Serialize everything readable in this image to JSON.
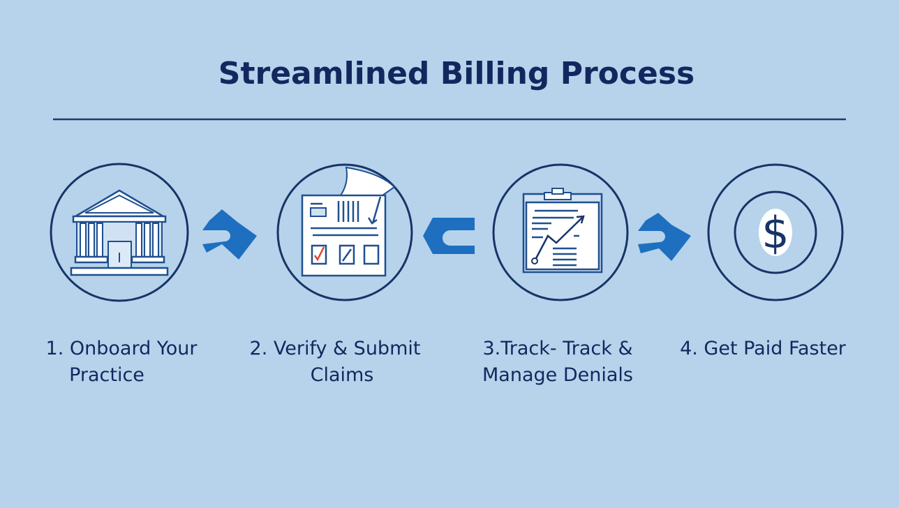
{
  "title": "Streamlined Billing Process",
  "colors": {
    "background": "#b6d3eb",
    "navy": "#13275f",
    "arrow": "#1e6fbf"
  },
  "steps": [
    {
      "icon": "bank-building-icon",
      "line1": "1. Onboard Your",
      "line2": "Practice"
    },
    {
      "icon": "claim-form-checklist-icon",
      "line1": "2. Verify & Submit",
      "line2": "Claims"
    },
    {
      "icon": "clipboard-chart-icon",
      "line1": "3.Track- Track &",
      "line2": "Manage Denials"
    },
    {
      "icon": "dollar-sign-icon",
      "line1": "4. Get Paid Faster",
      "line2": ""
    }
  ]
}
